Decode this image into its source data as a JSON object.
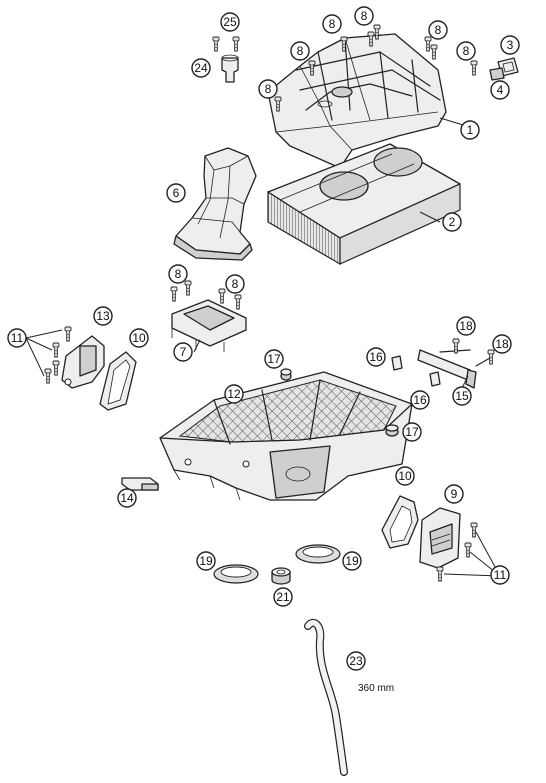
{
  "callouts": {
    "c1": "1",
    "c2": "2",
    "c3": "3",
    "c4": "4",
    "c6": "6",
    "c7": "7",
    "c8": "8",
    "c9": "9",
    "c10": "10",
    "c11": "11",
    "c12": "12",
    "c13": "13",
    "c14": "14",
    "c15": "15",
    "c16": "16",
    "c17": "17",
    "c18": "18",
    "c19": "19",
    "c21": "21",
    "c23": "23",
    "c24": "24",
    "c25": "25"
  },
  "hose_length_label": "360 mm"
}
